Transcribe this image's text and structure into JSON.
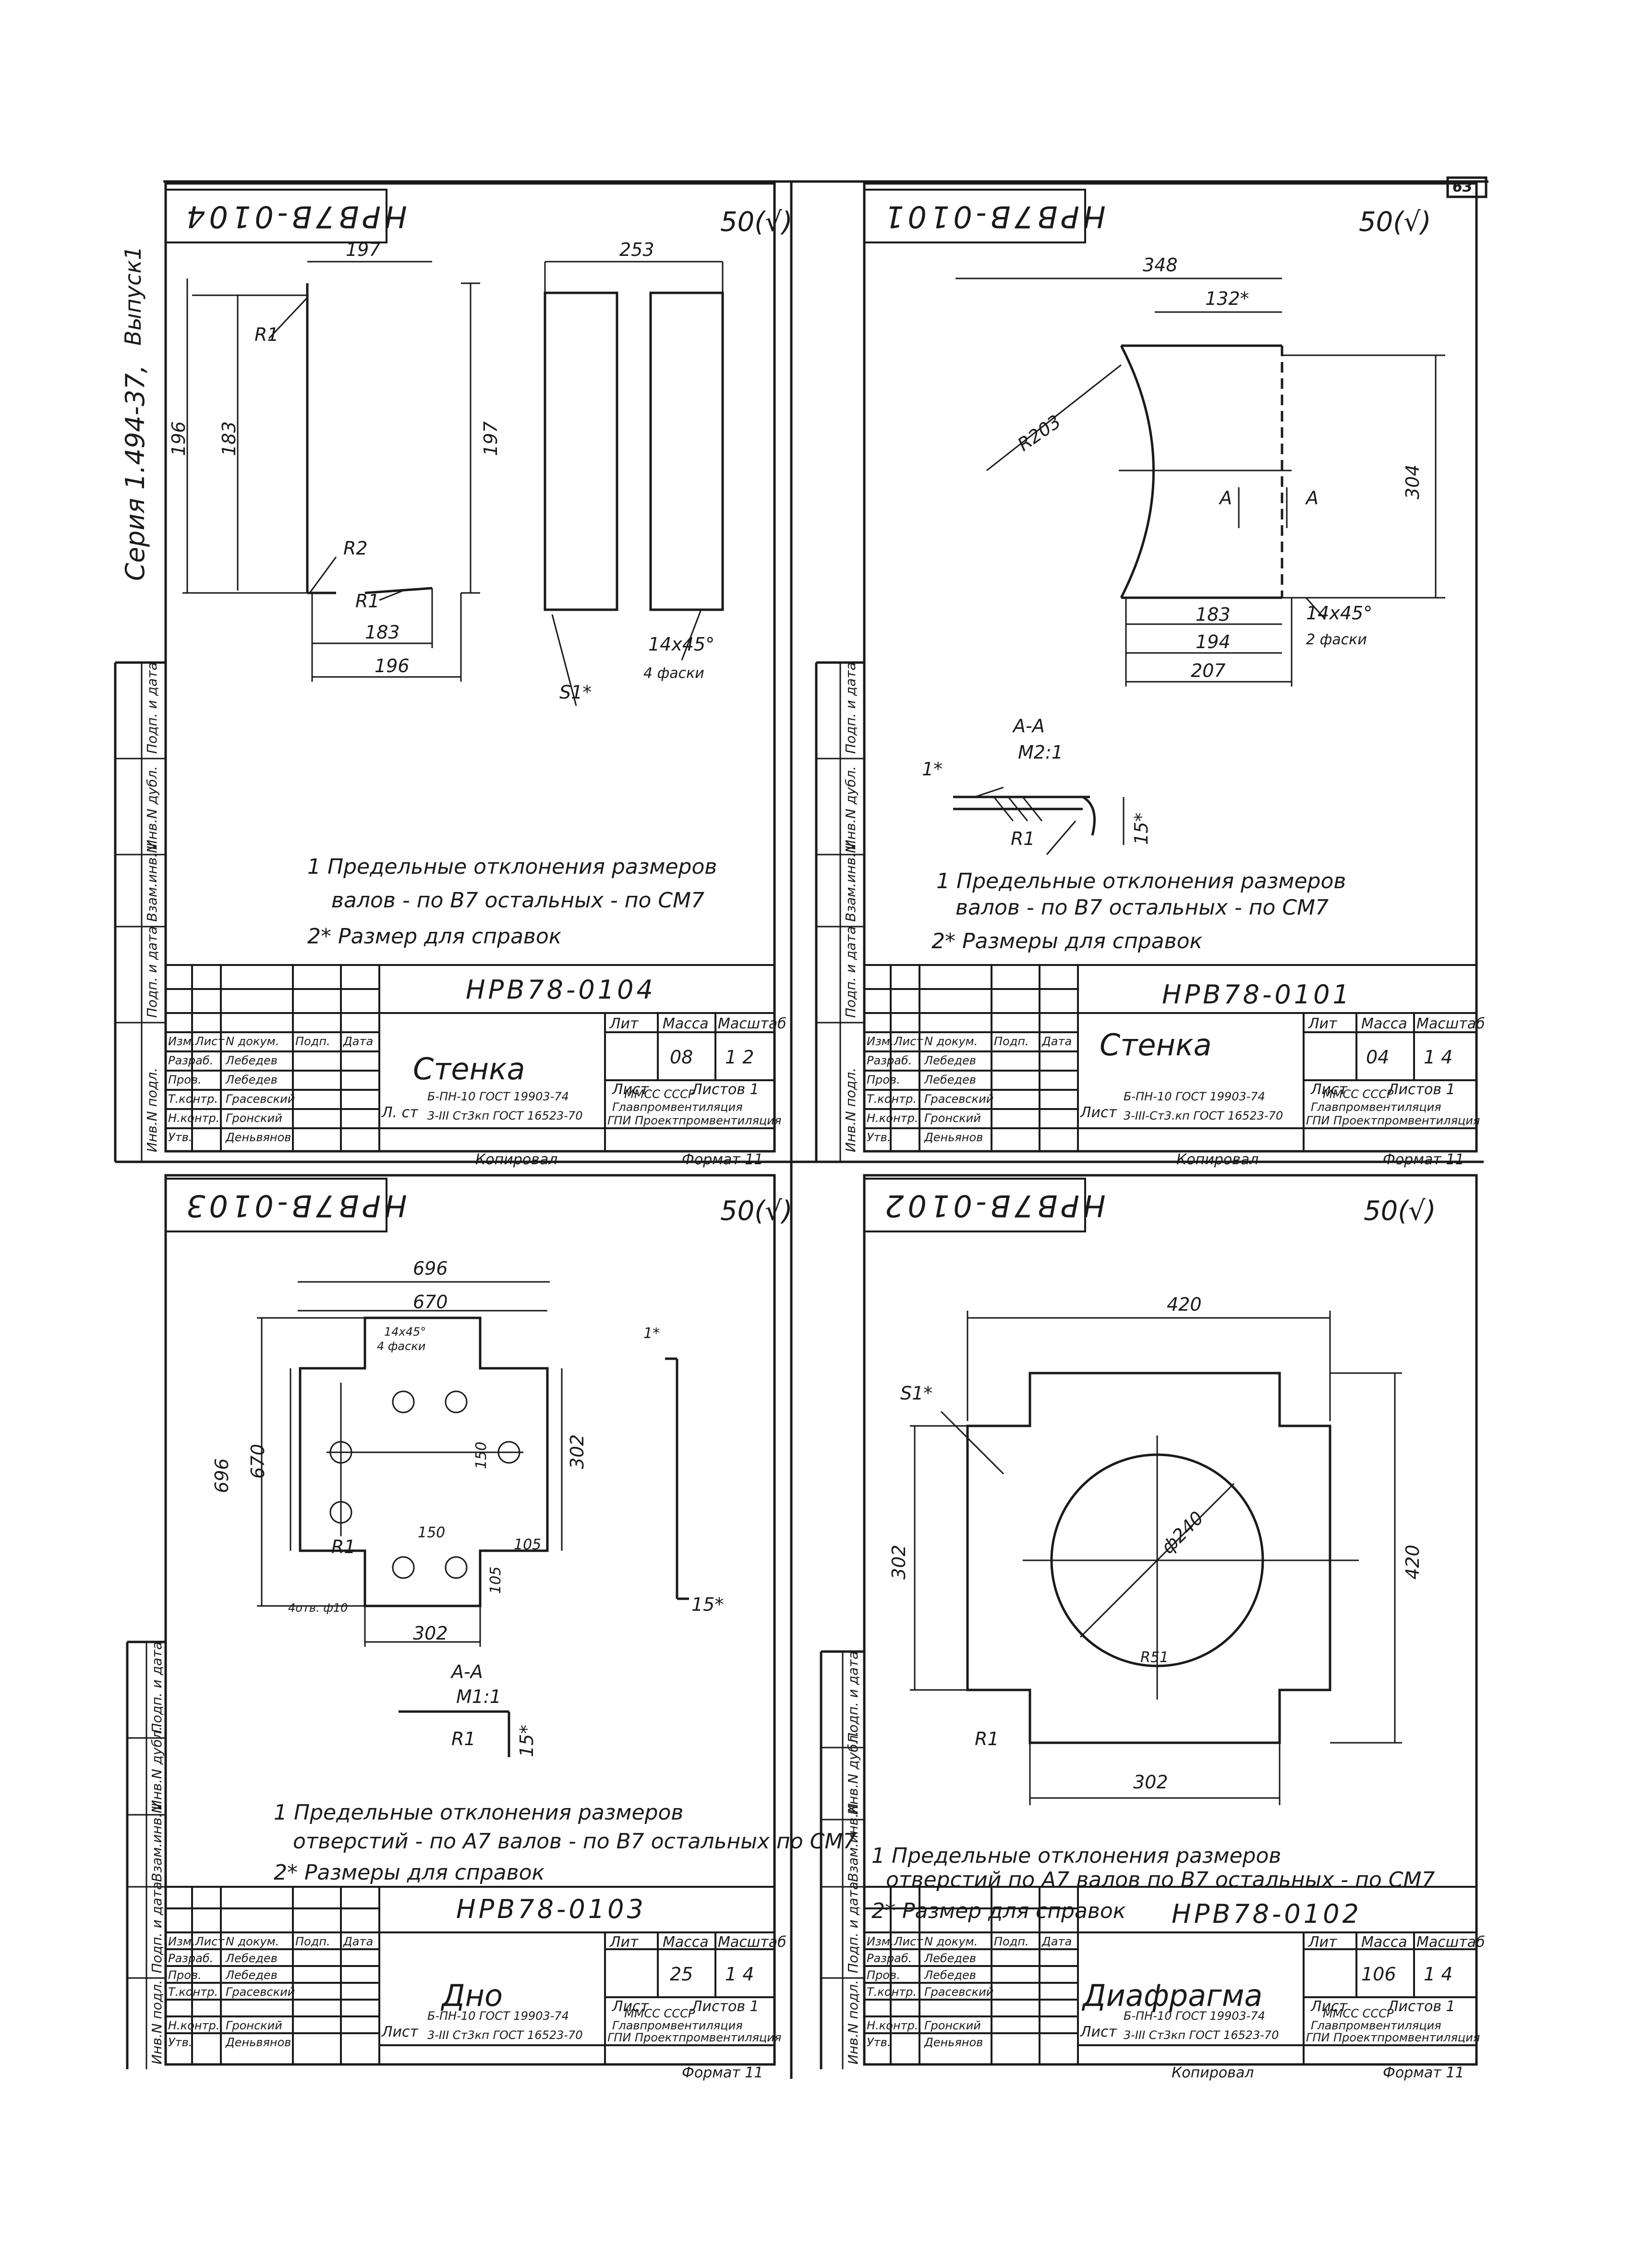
{
  "page": {
    "page_number": "63",
    "series_label": "Серия 1.494-37,",
    "issue_label": "Выпуск1",
    "surface_finish": "50(√)",
    "copied_by": "Копировал",
    "format": "Формат 11",
    "side_fields": [
      "Инв.N подл.",
      "Подп. и дата",
      "Взам.инв.N",
      "Инв.N дубл.",
      "Подп. и дата"
    ]
  },
  "sheets": [
    {
      "id": "0104",
      "code_mirrored": "HPB7B-0104",
      "designation": "НРВ78-0104",
      "name": "Стенка",
      "mass": "08",
      "scale": "1 2",
      "material_1": "Б-ПН-10 ГОСТ 19903-74",
      "material_2": "3-III Ст3кп ГОСТ 16523-70",
      "org_1": "ММСС СССР",
      "org_2": "Главпромвентиляция",
      "org_3": "ГПИ Проектпромвентиляция",
      "sheet_label": "Лист",
      "sheets_label": "Листов 1",
      "lit_label": "Лит",
      "mass_label": "Масса",
      "scale_label": "Масштаб",
      "sheet_l": "Л. ст",
      "staff": [
        {
          "role": "Изм.Лист",
          "name": "N докум.",
          "sign": "Подп.",
          "date": "Дата"
        },
        {
          "role": "Разраб.",
          "name": "Лебедев"
        },
        {
          "role": "Пров.",
          "name": "Лебедев"
        },
        {
          "role": "Т.контр.",
          "name": "Грасевский"
        },
        {
          "role": "Н.контр.",
          "name": "Гронский"
        },
        {
          "role": "Утв.",
          "name": "Деньвянов"
        }
      ],
      "dims": {
        "d1": "197",
        "d2": "253",
        "d3": "196",
        "d4": "183",
        "d5": "197",
        "d6": "183",
        "d7": "196",
        "r1": "R1",
        "r2": "R2",
        "r3": "R1",
        "s": "S1*",
        "chamfer": "14x45°",
        "chamfer_note": "4 фаски"
      },
      "notes": [
        "1  Предельные  отклонения  размеров",
        "валов - по В7  остальных - по СМ7",
        "2*  Размер  для  справок"
      ]
    },
    {
      "id": "0101",
      "code_mirrored": "HPB7B-0101",
      "designation": "НРВ78-0101",
      "name": "Стенка",
      "mass": "04",
      "scale": "1 4",
      "material_1": "Б-ПН-10 ГОСТ 19903-74",
      "material_2": "3-III-Ст3.кп ГОСТ 16523-70",
      "org_1": "ММСС СССР",
      "org_2": "Главпромвентиляция",
      "org_3": "ГПИ Проектпромвентиляция",
      "sheet_label": "Лист",
      "sheets_label": "Листов 1",
      "lit_label": "Лит",
      "mass_label": "Масса",
      "scale_label": "Масштаб",
      "staff": [
        {
          "role": "Изм.Лист",
          "name": "N докум.",
          "sign": "Подп.",
          "date": "Дата"
        },
        {
          "role": "Разраб.",
          "name": "Лебедев"
        },
        {
          "role": "Пров.",
          "name": "Лебедев"
        },
        {
          "role": "Т.контр.",
          "name": "Грасевский"
        },
        {
          "role": "Н.контр.",
          "name": "Гронский"
        },
        {
          "role": "Утв.",
          "name": "Деньянов"
        }
      ],
      "dims": {
        "d1": "348",
        "d2": "132*",
        "d3": "R203",
        "d4": "304",
        "d5": "183",
        "d6": "194",
        "d7": "207",
        "chamfer": "14x45°",
        "chamfer_note": "2 фаски",
        "section": "А-А",
        "section_scale": "М2:1",
        "sec_a": "А",
        "r1": "R1",
        "t1": "1*",
        "t2": "15*"
      },
      "notes": [
        "1  Предельные  отклонения  размеров",
        "валов - по В7  остальных - по СМ7",
        "2*  Размеры  для  справок"
      ]
    },
    {
      "id": "0103",
      "code_mirrored": "HPB7B-0103",
      "designation": "НРВ78-0103",
      "name": "Дно",
      "mass": "25",
      "scale": "1 4",
      "material_1": "Б-ПН-10 ГОСТ 19903-74",
      "material_2": "3-III Ст3кп ГОСТ 16523-70",
      "org_1": "ММСС СССР",
      "org_2": "Главпромвентиляция",
      "org_3": "ГПИ Проектпромвентиляция",
      "sheet_label": "Лист",
      "sheets_label": "Листов 1",
      "lit_label": "Лит",
      "mass_label": "Масса",
      "scale_label": "Масштаб",
      "staff": [
        {
          "role": "Изм.Лист",
          "name": "N докум.",
          "sign": "Подп.",
          "date": "Дата"
        },
        {
          "role": "Разраб.",
          "name": "Лебедев"
        },
        {
          "role": "Пров.",
          "name": "Лебедев"
        },
        {
          "role": "Т.контр.",
          "name": "Грасевский"
        },
        {
          "role": "Н.контр.",
          "name": "Гронский"
        },
        {
          "role": "Утв.",
          "name": "Деньвянов"
        }
      ],
      "dims": {
        "d1": "696",
        "d2": "670",
        "d3": "696",
        "d4": "670",
        "d5": "302",
        "d6": "150",
        "d7": "150",
        "d8": "105",
        "d9": "105",
        "d10": "302",
        "chamfer": "14x45°",
        "chamfer_note": "4 фаски",
        "holes": "4отв. ф10",
        "r1": "R1",
        "section": "А-А",
        "section_scale": "М1:1",
        "r2": "R1",
        "t1": "15*",
        "t2": "1*",
        "t3": "15*"
      },
      "notes": [
        "1  Предельные  отклонения  размеров",
        "отверстий - по А7  валов - по В7  остальных  по СМ7",
        "2*  Размеры  для  справок"
      ]
    },
    {
      "id": "0102",
      "code_mirrored": "HPB7B-0102",
      "designation": "НРВ78-0102",
      "name": "Диафрагма",
      "mass": "106",
      "scale": "1 4",
      "material_1": "Б-ПН-10 ГОСТ 19903-74",
      "material_2": "3-III Ст3кп ГОСТ 16523-70",
      "org_1": "ММСС СССР",
      "org_2": "Главпромвентиляция",
      "org_3": "ГПИ Проектпромвентиляция",
      "sheet_label": "Лист",
      "sheets_label": "Листов 1",
      "lit_label": "Лит",
      "mass_label": "Масса",
      "scale_label": "Масштаб",
      "staff": [
        {
          "role": "Изм.Лист",
          "name": "N докум.",
          "sign": "Подп.",
          "date": "Дата"
        },
        {
          "role": "Разраб.",
          "name": "Лебедев"
        },
        {
          "role": "Пров.",
          "name": "Лебедев"
        },
        {
          "role": "Т.контр.",
          "name": "Грасевский"
        },
        {
          "role": "Н.контр.",
          "name": "Гронский"
        },
        {
          "role": "Утв.",
          "name": "Деньянов"
        }
      ],
      "dims": {
        "d1": "420",
        "d2": "420",
        "d3": "302",
        "d4": "302",
        "d5": "ф240",
        "r1": "R51",
        "r2": "R1",
        "s": "S1*"
      },
      "notes": [
        "1  Предельные  отклонения  размеров",
        "отверстий  по А7  валов  по В7  остальных - по СМ7",
        "2*  Размер  для  справок"
      ]
    }
  ]
}
